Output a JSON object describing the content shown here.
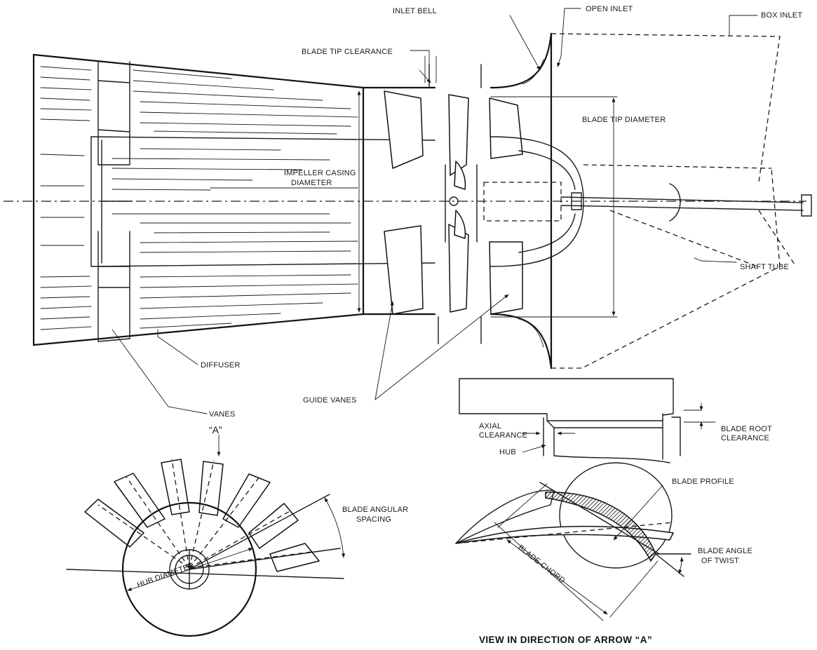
{
  "labels": {
    "inlet_bell": "INLET BELL",
    "open_inlet": "OPEN INLET",
    "box_inlet": "BOX INLET",
    "blade_tip_clearance": "BLADE TIP CLEARANCE",
    "blade_tip_diameter": "BLADE TIP DIAMETER",
    "impeller_casing_diameter_1": "IMPELLER CASING",
    "impeller_casing_diameter_2": "DIAMETER",
    "shaft_tube": "SHAFT TUBE",
    "diffuser": "DIFFUSER",
    "vanes": "VANES",
    "guide_vanes": "GUIDE VANES",
    "axial_clearance_1": "AXIAL",
    "axial_clearance_2": "CLEARANCE",
    "hub": "HUB",
    "blade_root_clearance_1": "BLADE ROOT",
    "blade_root_clearance_2": "CLEARANCE",
    "arrow_a": "“A”",
    "blade_angular_spacing_1": "BLADE ANGULAR",
    "blade_angular_spacing_2": "SPACING",
    "hub_diameter": "HUB DIAMETER",
    "blade_profile": "BLADE PROFILE",
    "blade_chord": "BLADE CHORD",
    "blade_angle_of_twist_1": "BLADE ANGLE",
    "blade_angle_of_twist_2": "OF TWIST",
    "view_caption": "VIEW IN DIRECTION OF ARROW “A”"
  },
  "colors": {
    "ink": "#1a1a1a",
    "paper": "#ffffff"
  }
}
